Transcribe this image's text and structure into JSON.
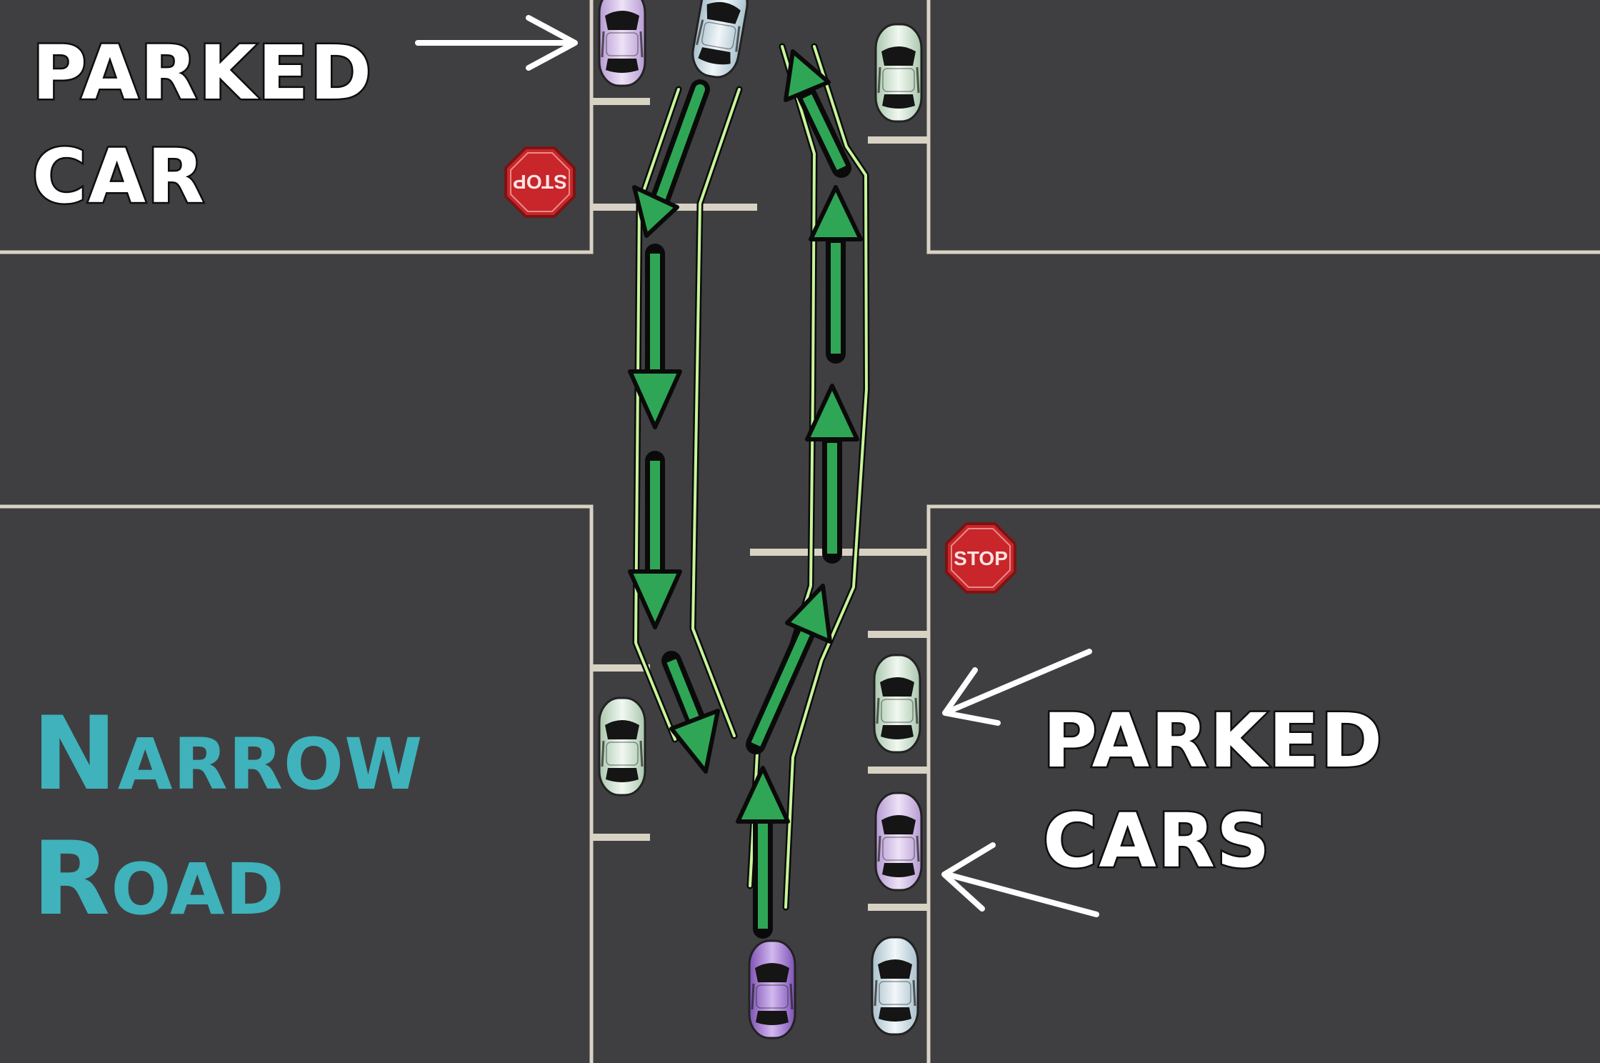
{
  "labels": {
    "parked_car_line1": "PARKED",
    "parked_car_line2": "CAR",
    "parked_cars_line1": "PARKED",
    "parked_cars_line2": "CARS",
    "narrow_line1": "Narrow",
    "narrow_line2": "Road"
  },
  "stop_signs": [
    {
      "text": "STOP",
      "orientation": "upside-down"
    },
    {
      "text": "STOP",
      "orientation": "upright"
    }
  ],
  "cars": [
    {
      "color": "lavender"
    },
    {
      "color": "light-blue"
    },
    {
      "color": "mint"
    },
    {
      "color": "mint"
    },
    {
      "color": "mint"
    },
    {
      "color": "lavender"
    },
    {
      "color": "light-blue"
    },
    {
      "color": "purple"
    }
  ],
  "colors": {
    "asphalt": "#3f3f41",
    "curb_line": "#d8d2c4",
    "path_green": "#2fa655",
    "path_light": "#c7f59a",
    "teal_text": "#3fb2bc",
    "stop_red": "#c8262a",
    "lavender_car": "#d9c3ec",
    "lightblue_car": "#d8e6ec",
    "mint_car": "#dcebdd",
    "purple_car": "#a97fd8"
  }
}
